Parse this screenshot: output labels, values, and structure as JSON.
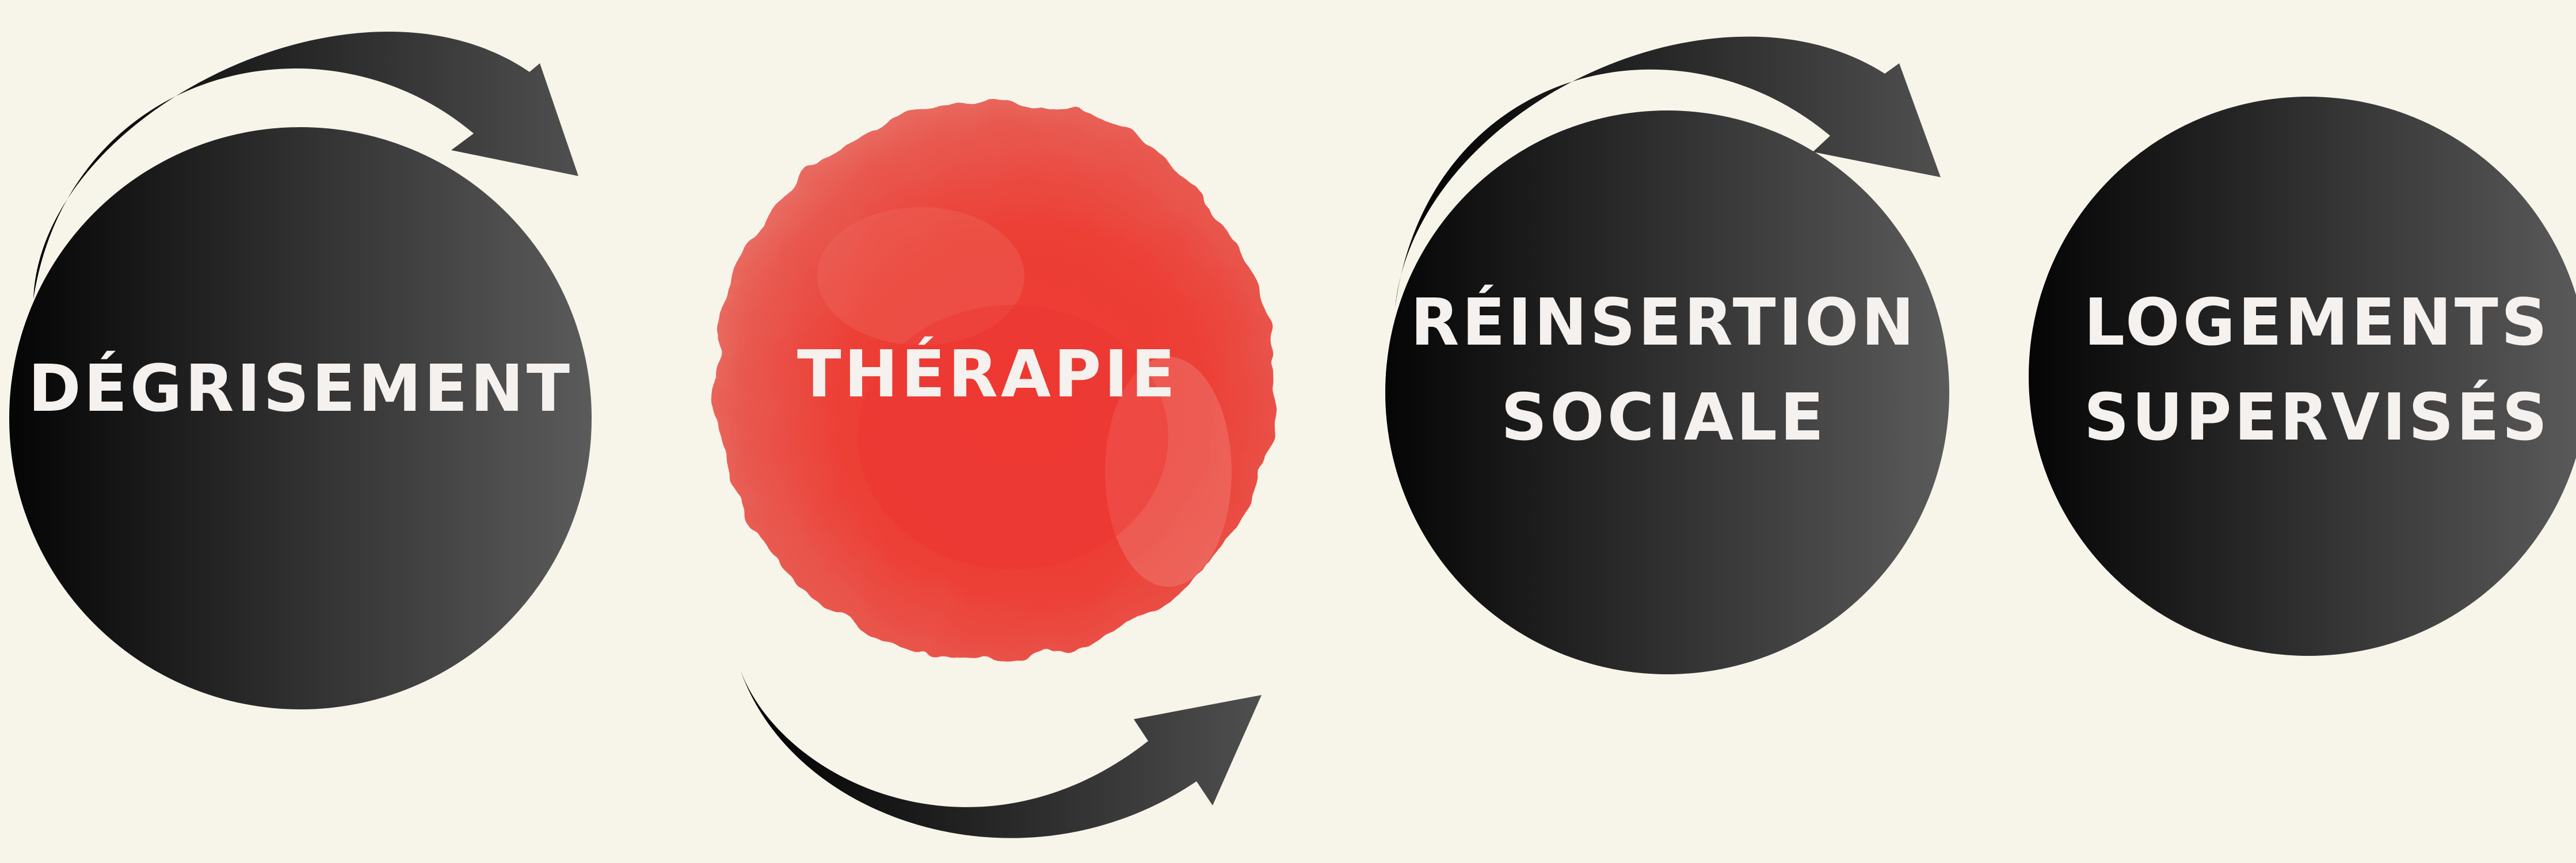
{
  "steps": [
    {
      "lines": [
        "DÉGRISEMENT"
      ],
      "color": "#1a1a1a"
    },
    {
      "lines": [
        "THÉRAPIE"
      ],
      "color": "#ea3a33"
    },
    {
      "lines": [
        "RÉINSERTION",
        "SOCIALE"
      ],
      "color": "#1a1a1a"
    },
    {
      "lines": [
        "LOGEMENTS",
        "SUPERVISÉS"
      ],
      "color": "#1a1a1a"
    }
  ],
  "colors": {
    "background": "#f7f4ea",
    "dark_circle_start": "#050505",
    "dark_circle_end": "#5b5b5b",
    "therapy_red": "#ea3a33",
    "arrow_start": "#000000",
    "arrow_end": "#4f4f4f",
    "label": "#f4f1ee"
  }
}
